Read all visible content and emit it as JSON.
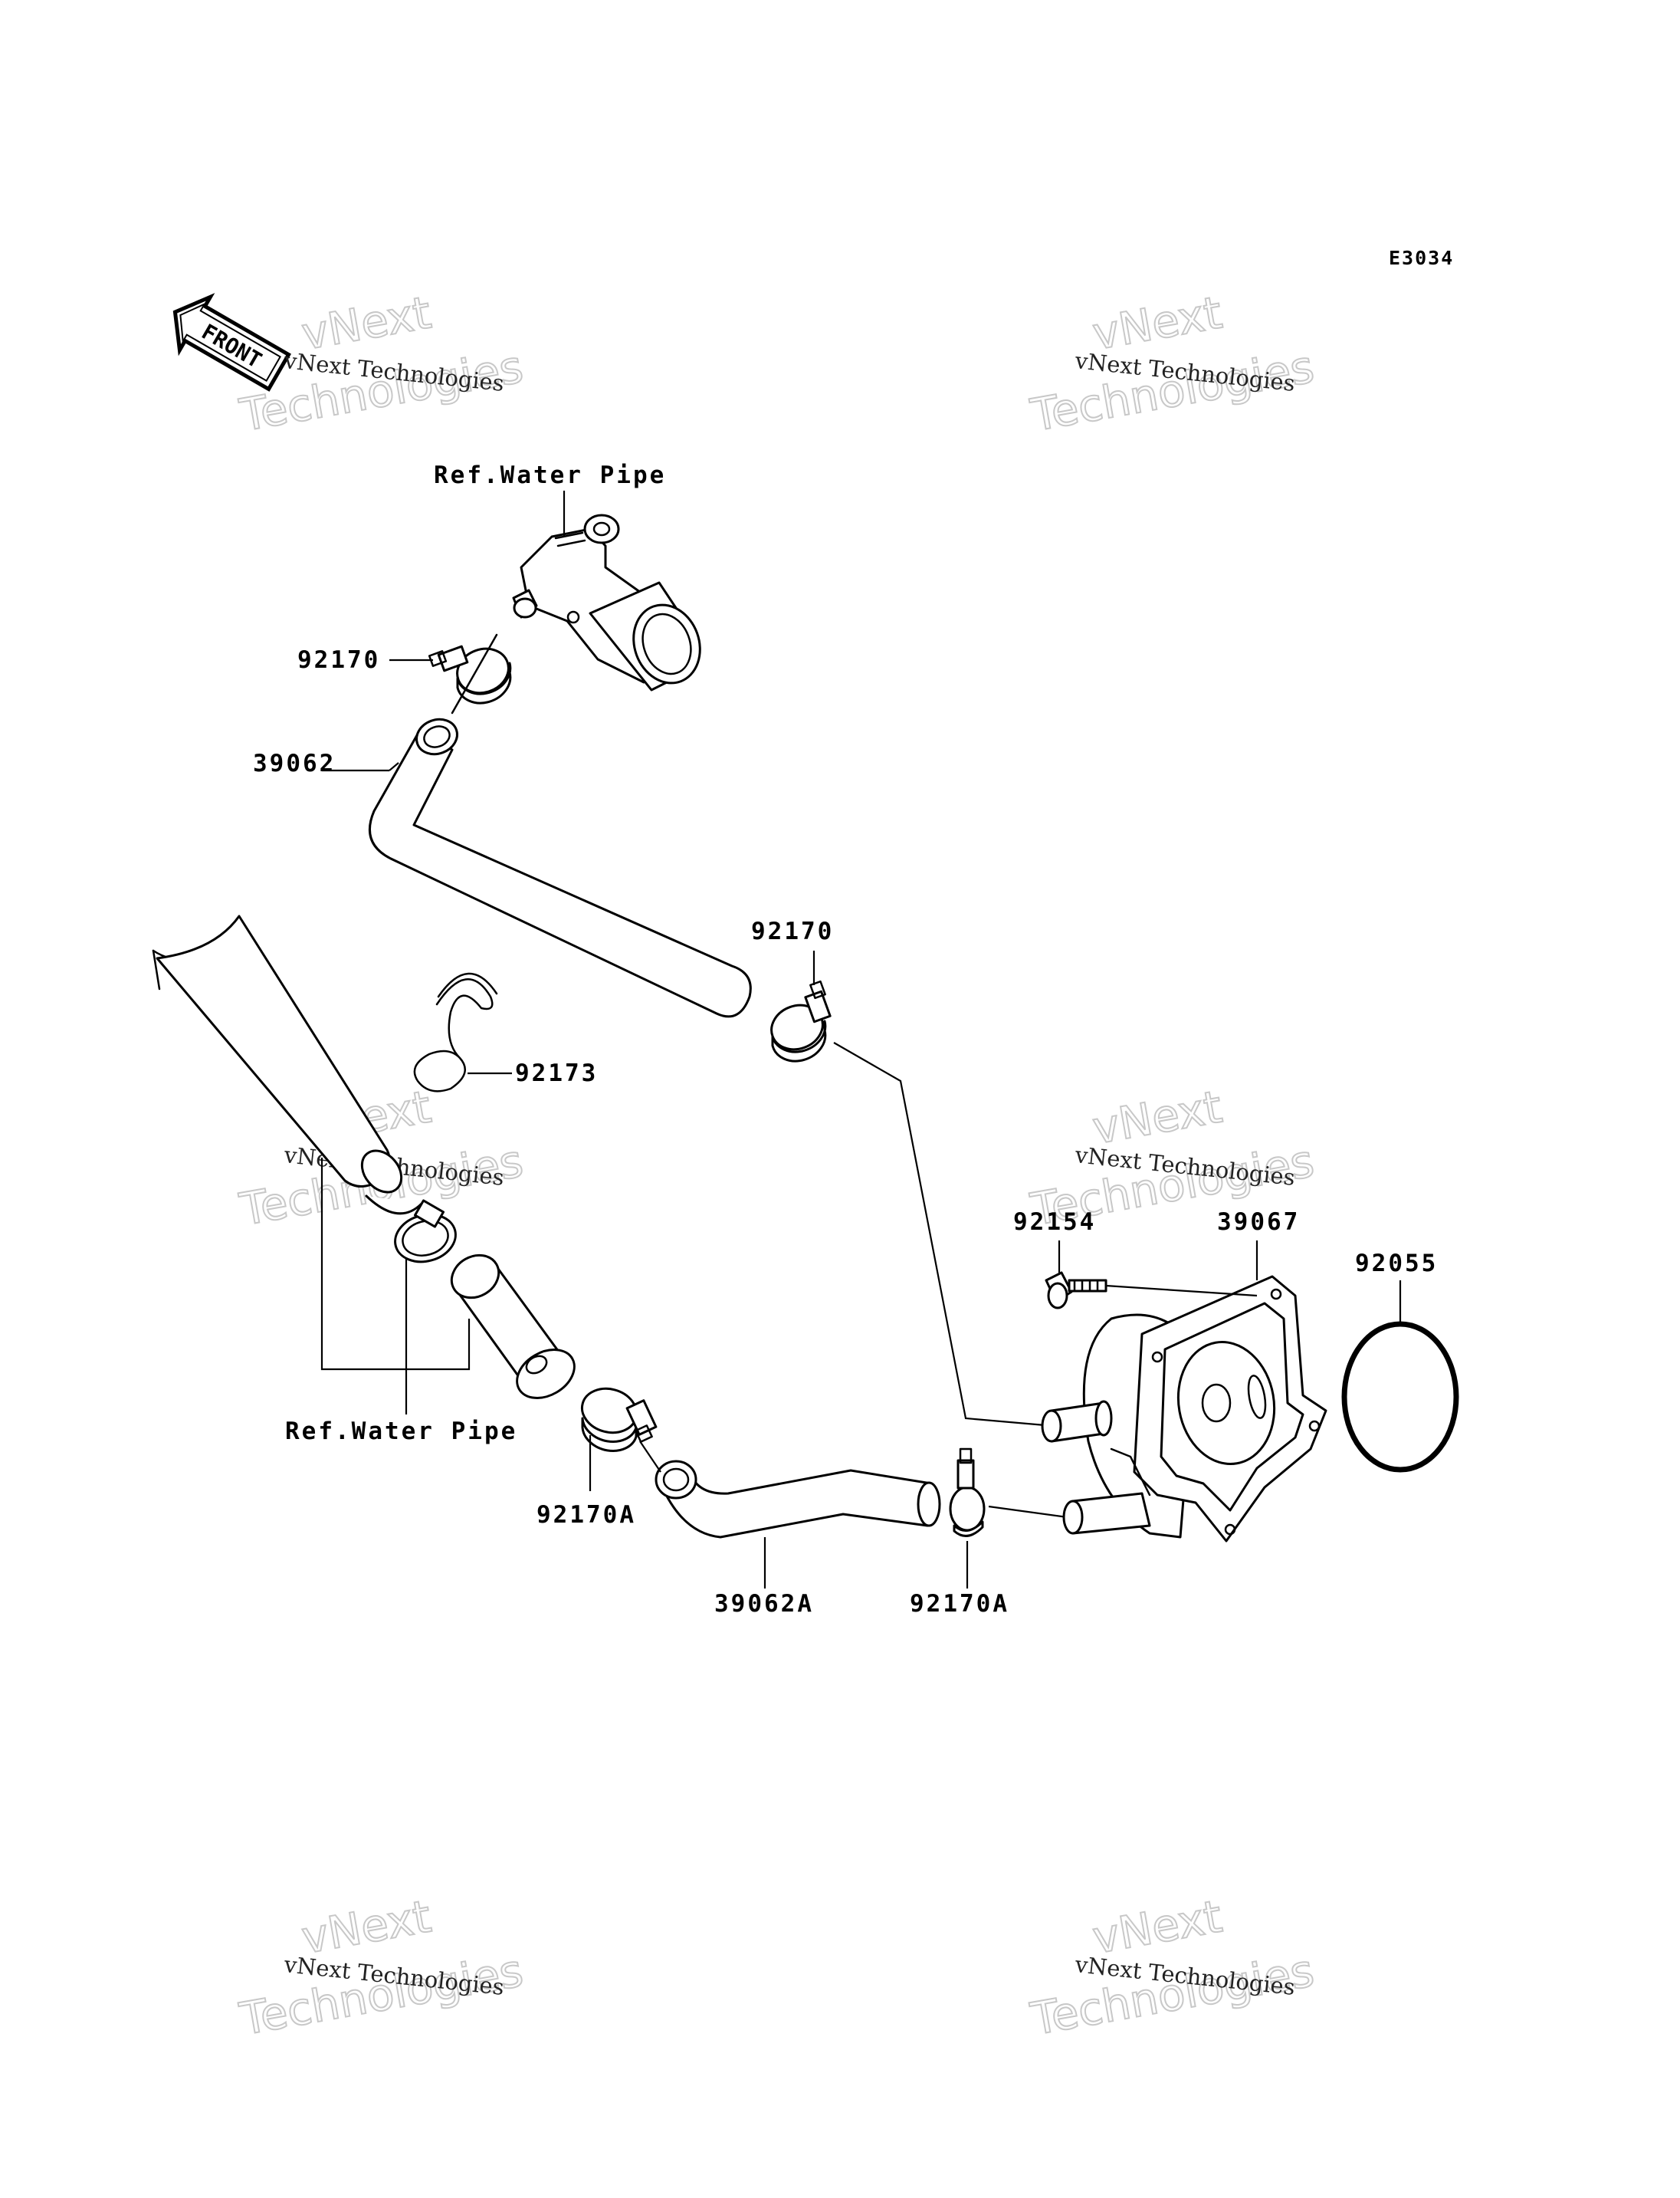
{
  "diagram_code": "E3034",
  "front_arrow_label": "FRONT",
  "watermark": {
    "line1": "vNext Technologies",
    "big_word1": "vNext",
    "big_word2": "Technologies"
  },
  "callouts": {
    "ref_water_pipe_top": "Ref.Water Pipe",
    "ref_water_pipe_bottom": "Ref.Water Pipe",
    "clamp_top": "92170",
    "hose_upper": "39062",
    "clamp_middle": "92170",
    "band_92173": "92173",
    "bolt_92154": "92154",
    "oil_cooler_39067": "39067",
    "oring_92055": "92055",
    "clamp_left_a": "92170A",
    "hose_lower": "39062A",
    "clamp_right_a": "92170A"
  }
}
